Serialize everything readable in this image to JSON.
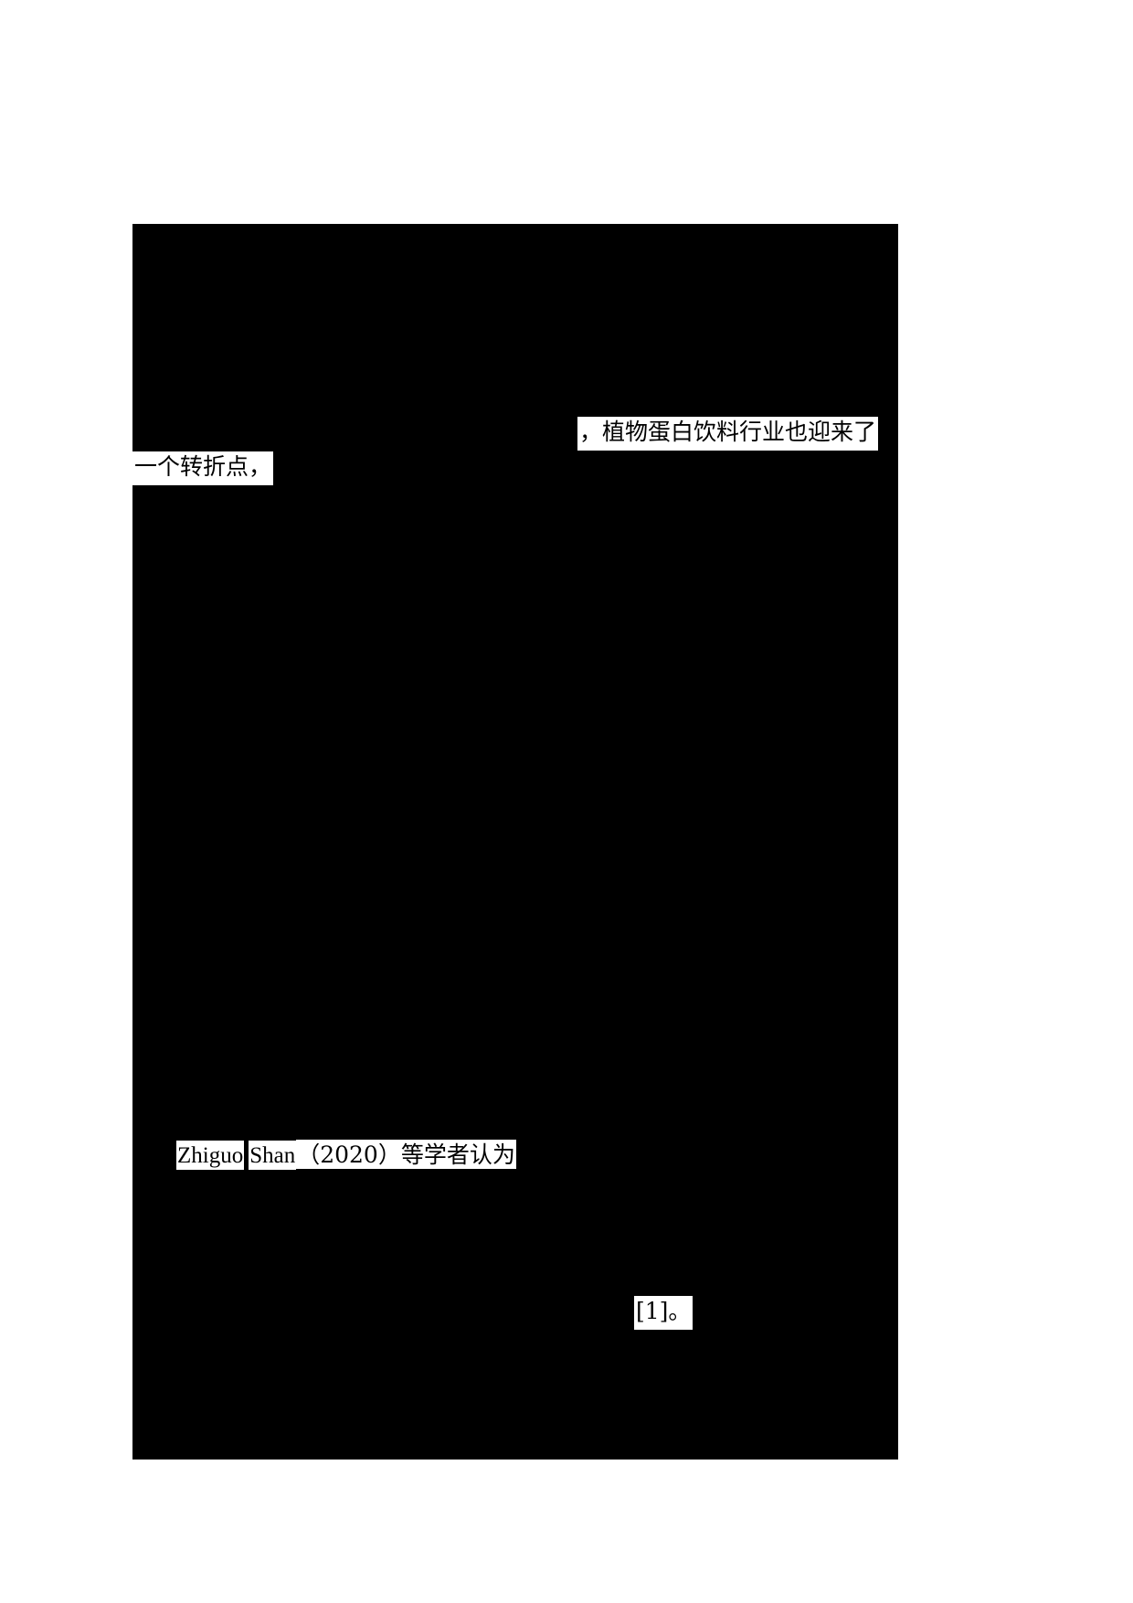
{
  "document": {
    "kind": "redacted-page",
    "page_background": "#ffffff",
    "redaction_color": "#000000",
    "revealed_text_color": "#000000",
    "revealed_highlight_color": "#ffffff"
  },
  "revealed_text": {
    "line1": "，植物蛋白饮料行业也迎来了",
    "line2": "一个转折点，",
    "line3": {
      "author_first": "Zhiguo",
      "author_last": "Shan",
      "tail": "（2020）等学者认为"
    },
    "line4": "[1]。"
  }
}
